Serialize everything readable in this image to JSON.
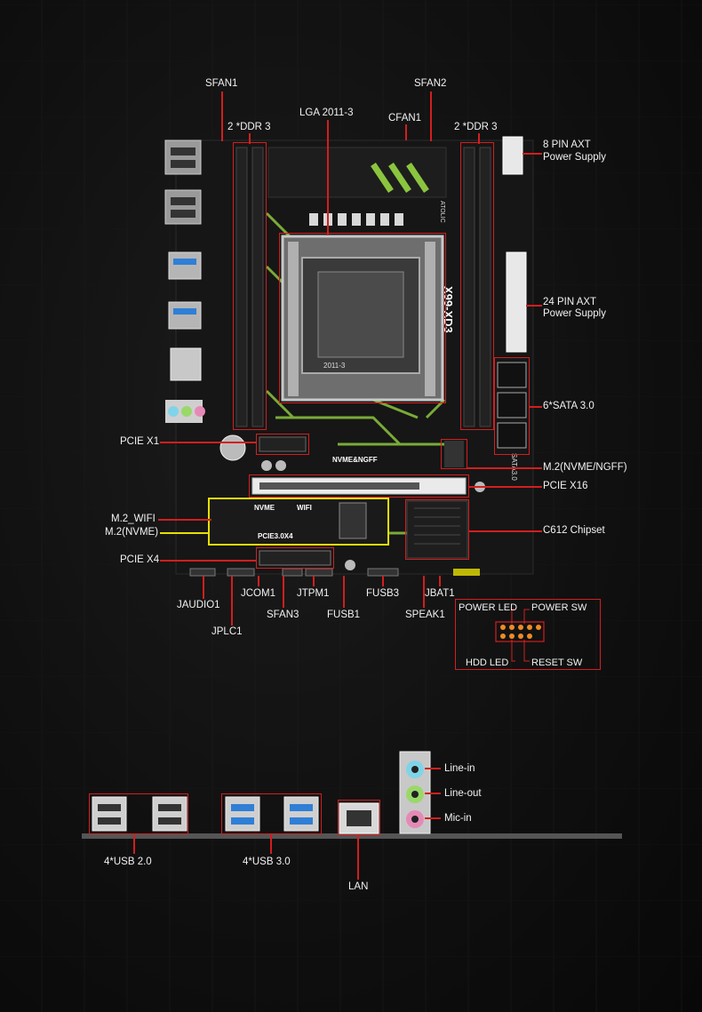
{
  "board": {
    "model": "X99-XD3",
    "socket_marking": "2011-3",
    "nvme_silk": "NVME&NGFF",
    "nvme2_silk": "NVME",
    "wifi_silk": "WIFI",
    "pcie_silk": "PCIE3.0X4",
    "sata_silk": "SATA3.0",
    "brand_silk": "ATOLIC"
  },
  "labels": {
    "sfan1": "SFAN1",
    "sfan2": "SFAN2",
    "lga": "LGA 2011-3",
    "cfan1": "CFAN1",
    "ddr_left": "2 *DDR 3",
    "ddr_right": "2 *DDR 3",
    "pin8_line1": "8 PIN AXT",
    "pin8_line2": "Power Supply",
    "pin24_line1": "24 PIN AXT",
    "pin24_line2": "Power Supply",
    "sata": "6*SATA 3.0",
    "pcie_x1": "PCIE X1",
    "m2_nvme_ngff": "M.2(NVME/NGFF)",
    "pcie_x16": "PCIE X16",
    "m2_wifi": "M.2_WIFI",
    "m2_nvme": "M.2(NVME)",
    "c612": "C612 Chipset",
    "pcie_x4": "PCIE X4",
    "jcom1": "JCOM1",
    "jtpm1": "JTPM1",
    "fusb3": "FUSB3",
    "jbat1": "JBAT1",
    "jaudio1": "JAUDIO1",
    "sfan3": "SFAN3",
    "fusb1": "FUSB1",
    "speak1": "SPEAK1",
    "jplc1": "JPLC1"
  },
  "panel": {
    "power_led": "POWER LED",
    "power_sw": "POWER SW",
    "hdd_led": "HDD  LED",
    "reset_sw": "RESET SW"
  },
  "io": {
    "usb2": "4*USB 2.0",
    "usb3": "4*USB 3.0",
    "lan": "LAN",
    "line_in": "Line-in",
    "line_out": "Line-out",
    "mic_in": "Mic-in"
  },
  "colors": {
    "accent_red": "#d31e1e",
    "accent_yellow": "#e8e000",
    "board_green": "#8bc53f",
    "usb3_blue": "#2f7fd6"
  }
}
